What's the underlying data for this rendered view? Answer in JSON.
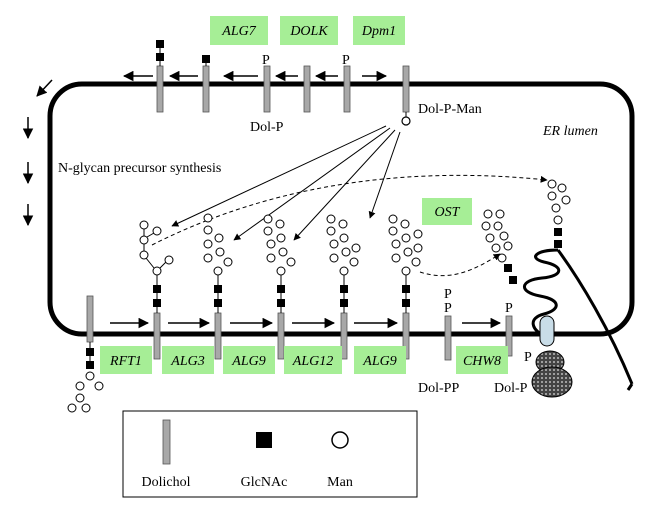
{
  "colors": {
    "enzyme_box": "#a6ee96",
    "dolichol": "#a8a8a8",
    "glcnac": "#000000",
    "mannose": "#ffffff",
    "membrane": "#000000",
    "proteasome": "#444444",
    "translocon": "#c9dde8"
  },
  "compartment": {
    "lumen_label": "ER lumen"
  },
  "process_label": "N-glycan precursor synthesis",
  "cytosolic_enzymes": [
    "ALG7",
    "DOLK",
    "Dpm1"
  ],
  "lumenal_enzymes": [
    "RFT1",
    "ALG3",
    "ALG9",
    "ALG12",
    "ALG9",
    "CHW8"
  ],
  "ost_label": "OST",
  "phosphate_label": "P",
  "labels": {
    "dol_p_top": "Dol-P",
    "dol_p_man": "Dol-P-Man",
    "dol_pp": "Dol-PP",
    "dol_p_bottom": "Dol-P"
  },
  "legend": {
    "items": [
      {
        "label": "Dolichol",
        "icon": "dolichol-bar"
      },
      {
        "label": "GlcNAc",
        "icon": "black-square"
      },
      {
        "label": "Man",
        "icon": "white-circle"
      }
    ]
  }
}
